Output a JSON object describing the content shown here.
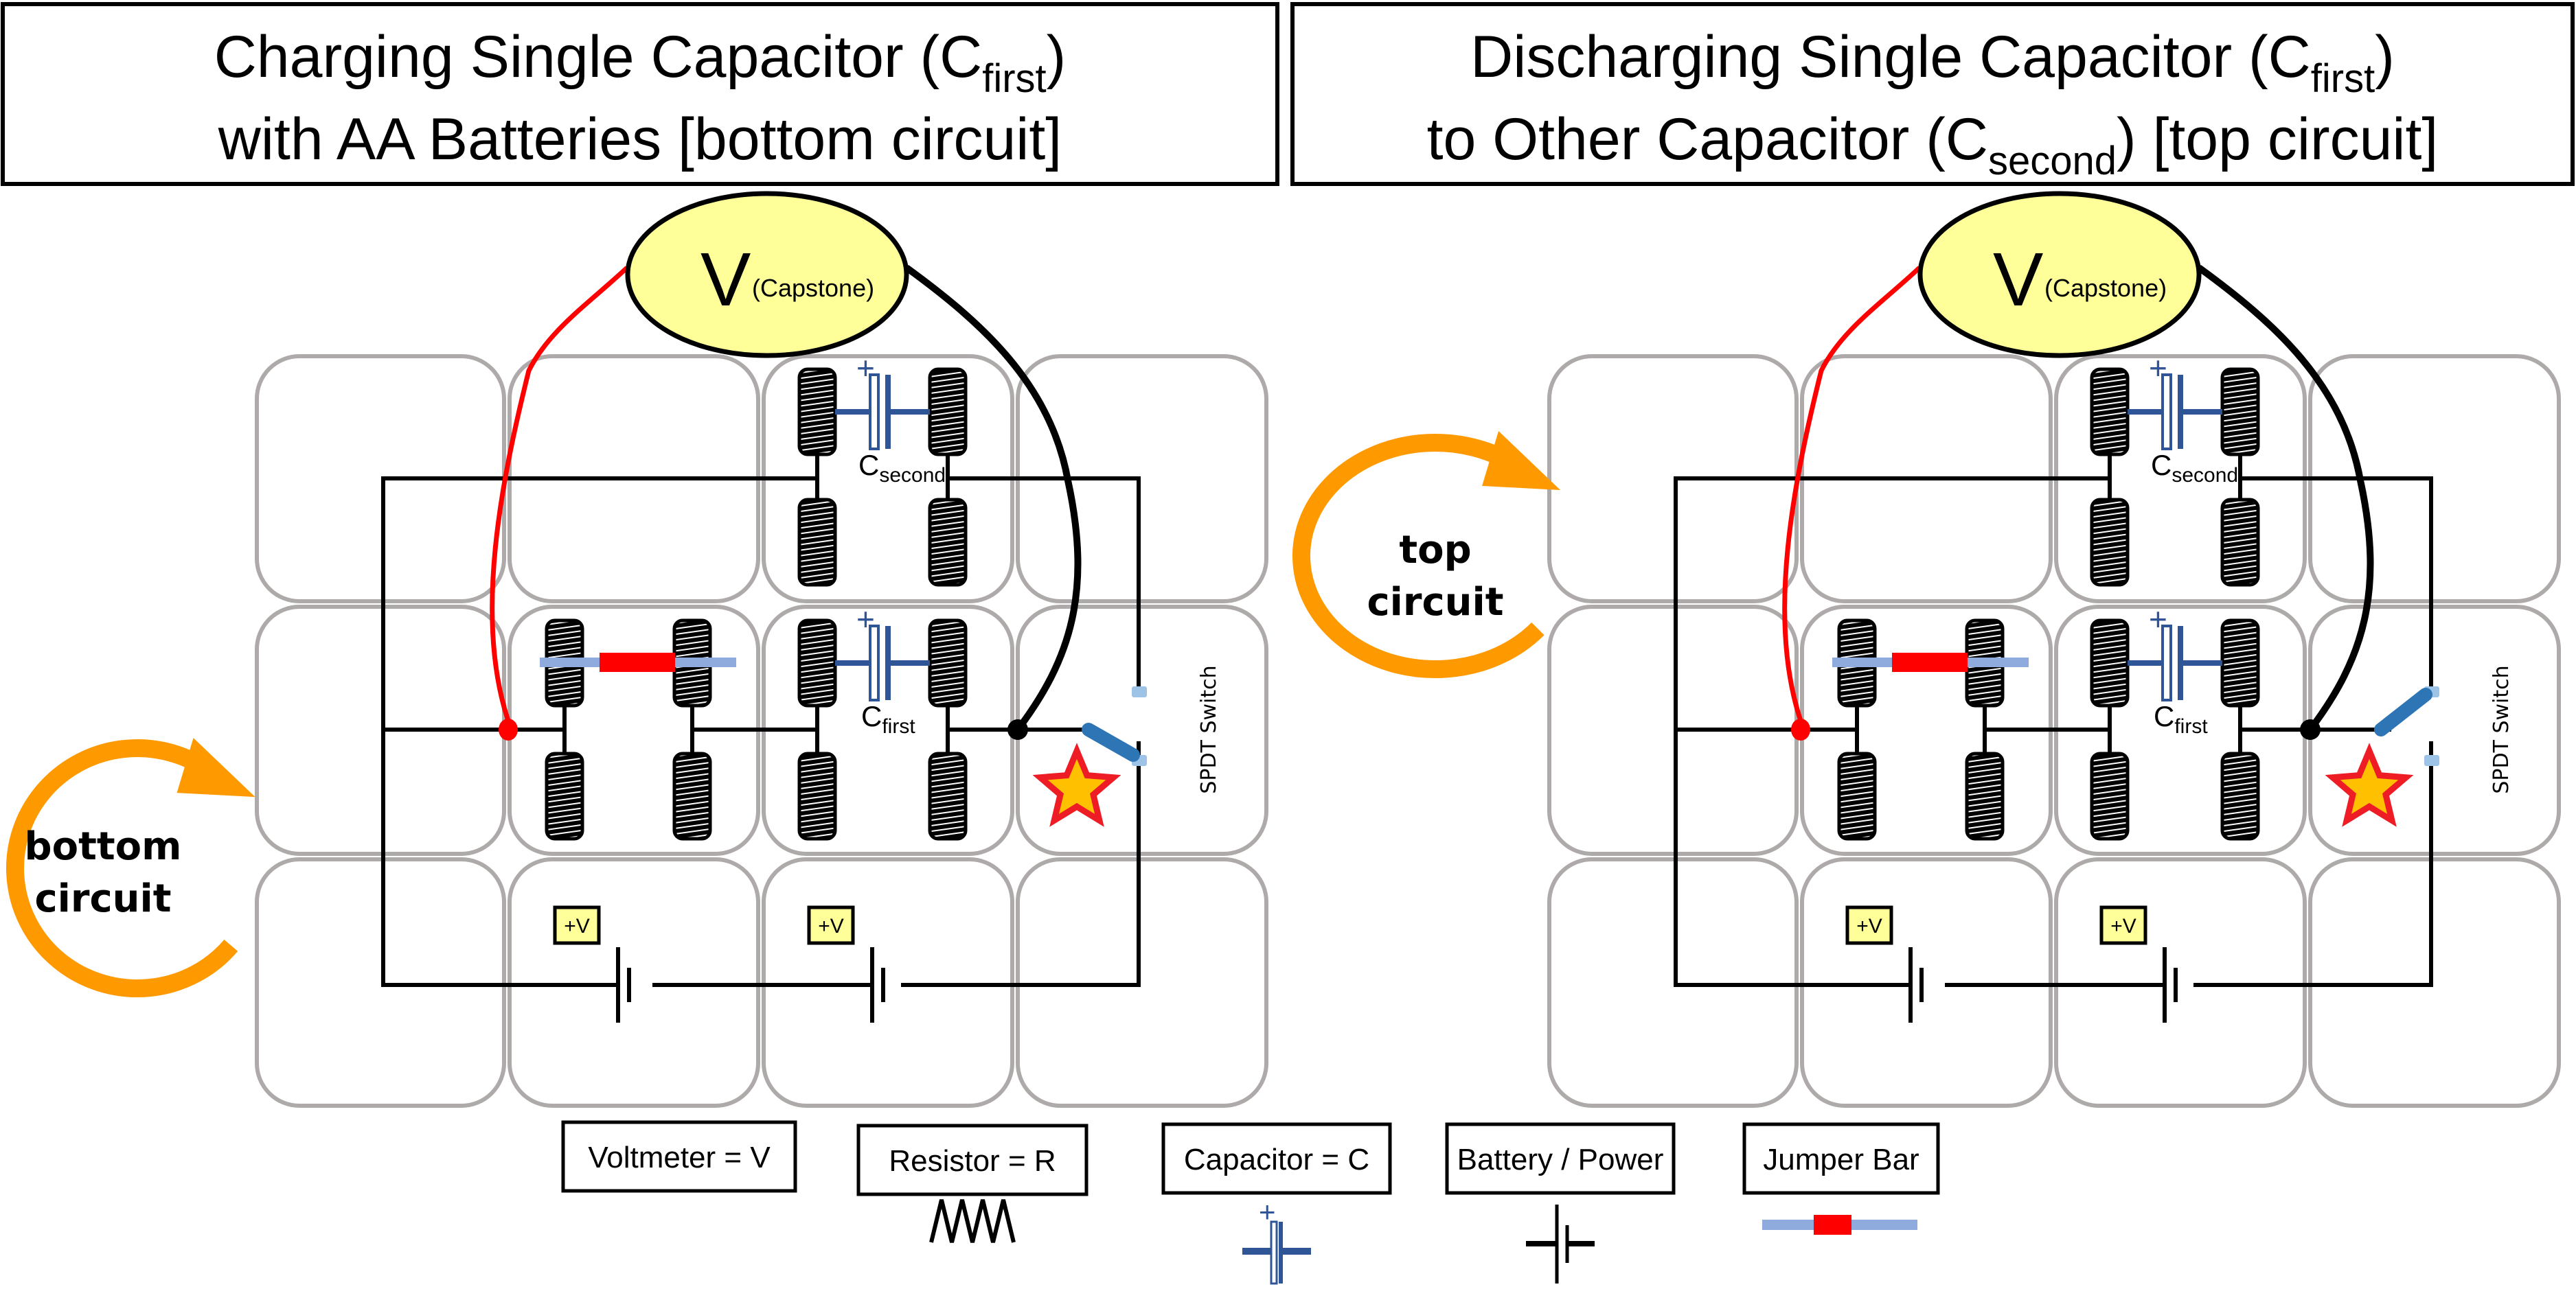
{
  "panels": [
    {
      "id": "charging",
      "title_line1": "Charging Single Capacitor (C",
      "title_line1_sub": "first",
      "title_line1_end": ")",
      "title_line2": "with AA Batteries [bottom circuit]",
      "title_line2_sub": "",
      "title_line2_end": "",
      "circuit_label_line1": "bottom",
      "circuit_label_line2": "circuit",
      "circuit_loop_position": "bottom-left",
      "switch_position": "bottom"
    },
    {
      "id": "discharging",
      "title_line1": "Discharging Single Capacitor (C",
      "title_line1_sub": "first",
      "title_line1_end": ")",
      "title_line2": "to Other Capacitor (C",
      "title_line2_sub": "second",
      "title_line2_end": ") [top circuit]",
      "circuit_label_line1": "top",
      "circuit_label_line2": "circuit",
      "circuit_loop_position": "top-left",
      "switch_position": "top"
    }
  ],
  "components": {
    "voltmeter_letter": "V",
    "voltmeter_name": "(Capstone)",
    "cap_second_main": "C",
    "cap_second_sub": "second",
    "cap_first_main": "C",
    "cap_first_sub": "first",
    "plus_sign": "+",
    "battery_label": "+V",
    "switch_label": "SPDT Switch"
  },
  "legend": [
    {
      "label": "Voltmeter = V",
      "symbol": "none"
    },
    {
      "label": "Resistor = R",
      "symbol": "resistor"
    },
    {
      "label": "Capacitor = C",
      "symbol": "capacitor"
    },
    {
      "label": "Battery / Power",
      "symbol": "battery"
    },
    {
      "label": "Jumper Bar",
      "symbol": "jumper"
    }
  ],
  "colors": {
    "grid": "#aeaaa9",
    "wire": "#000000",
    "red_lead": "#ff0000",
    "capacitor": "#2f5597",
    "jumper_bar": "#8faadc",
    "jumper_core": "#ff0000",
    "switch_arm": "#2e75b6",
    "switch_contact": "#9dc3e6",
    "star_fill": "#ffc000",
    "star_stroke": "#ee1c25",
    "arrow": "#ff9900",
    "voltmeter_fill": "#ffff99",
    "label_fill": "#ffff99"
  }
}
